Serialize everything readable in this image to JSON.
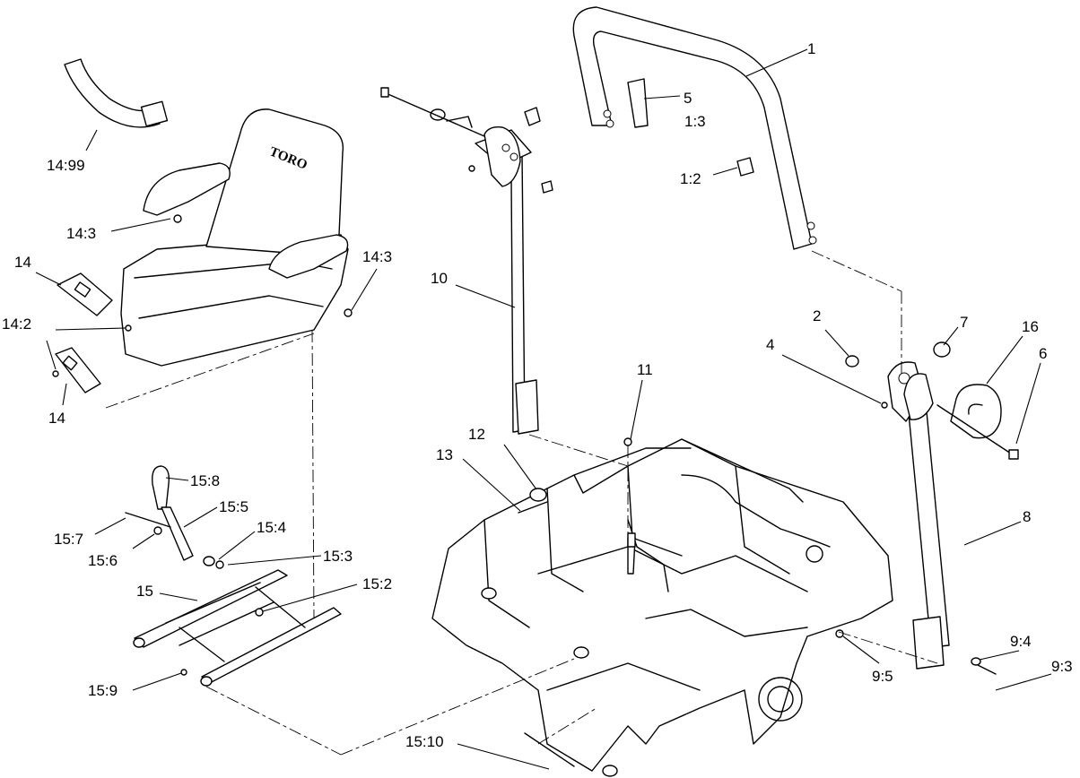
{
  "diagram": {
    "seat_brand": "TORO",
    "callouts": [
      {
        "key": "c1",
        "text": "1"
      },
      {
        "key": "c5",
        "text": "5"
      },
      {
        "key": "c1_3",
        "text": "1:3"
      },
      {
        "key": "c1_2",
        "text": "1:2"
      },
      {
        "key": "c2",
        "text": "2"
      },
      {
        "key": "c7",
        "text": "7"
      },
      {
        "key": "c16",
        "text": "16"
      },
      {
        "key": "c4",
        "text": "4"
      },
      {
        "key": "c6",
        "text": "6"
      },
      {
        "key": "c8",
        "text": "8"
      },
      {
        "key": "c9_4",
        "text": "9:4"
      },
      {
        "key": "c9_3",
        "text": "9:3"
      },
      {
        "key": "c9_5",
        "text": "9:5"
      },
      {
        "key": "c10",
        "text": "10"
      },
      {
        "key": "c11",
        "text": "11"
      },
      {
        "key": "c12",
        "text": "12"
      },
      {
        "key": "c13",
        "text": "13"
      },
      {
        "key": "c14_99",
        "text": "14:99"
      },
      {
        "key": "c14_3a",
        "text": "14:3"
      },
      {
        "key": "c14_3b",
        "text": "14:3"
      },
      {
        "key": "c14a",
        "text": "14"
      },
      {
        "key": "c14_2",
        "text": "14:2"
      },
      {
        "key": "c14b",
        "text": "14"
      },
      {
        "key": "c15_8",
        "text": "15:8"
      },
      {
        "key": "c15_5",
        "text": "15:5"
      },
      {
        "key": "c15_4",
        "text": "15:4"
      },
      {
        "key": "c15_7",
        "text": "15:7"
      },
      {
        "key": "c15_6",
        "text": "15:6"
      },
      {
        "key": "c15_3",
        "text": "15:3"
      },
      {
        "key": "c15",
        "text": "15"
      },
      {
        "key": "c15_2",
        "text": "15:2"
      },
      {
        "key": "c15_9",
        "text": "15:9"
      },
      {
        "key": "c15_10",
        "text": "15:10"
      }
    ]
  }
}
